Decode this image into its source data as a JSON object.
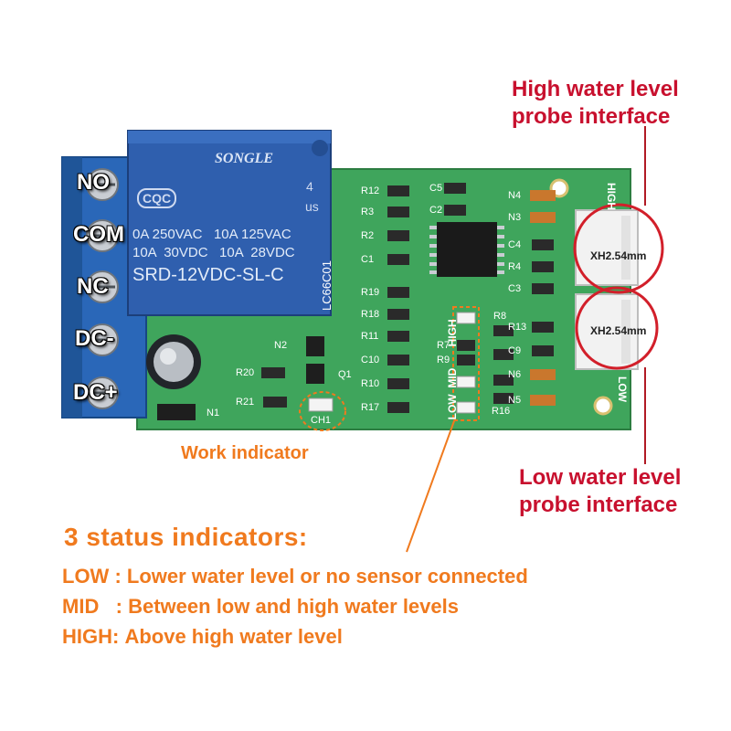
{
  "relay": {
    "brand": "SONGLE",
    "cert_marks": [
      "CQC",
      "us"
    ],
    "cert_num": "4",
    "rating_line1": "0A 250VAC   10A 125VAC",
    "rating_line2": "10A  30VDC   10A  28VDC",
    "model": "SRD-12VDC-SL-C"
  },
  "terminals": [
    "NO",
    "COM",
    "NC",
    "DC-",
    "DC+"
  ],
  "board": {
    "model": "LC66C01",
    "silk_low": "LOW",
    "silk_mid": "MID",
    "silk_high": "HIGH",
    "silk_ch1": "CH1",
    "silk_n1": "N1",
    "silk_n2": "N2",
    "silk_q1": "Q1",
    "silk_r20": "R20",
    "silk_r21": "R21",
    "left_col": [
      "R12",
      "R3",
      "R2",
      "C1",
      "R19",
      "R18",
      "R11",
      "C10",
      "R10",
      "R17"
    ],
    "mid_col": [
      "R8",
      "R7",
      "R9",
      "R16"
    ],
    "right_col": [
      "N4",
      "N3",
      "C4",
      "R4",
      "C3",
      "R13",
      "C9",
      "N6",
      "N5"
    ],
    "c5": "C5",
    "c2": "C2",
    "right_high": "HIGH",
    "right_low": "LOW"
  },
  "connectors": {
    "top_label": "XH2.54mm",
    "bottom_label": "XH2.54mm"
  },
  "annotations": {
    "high_line1": "High water level",
    "high_line2": "probe interface",
    "low_line1": "Low water level",
    "low_line2": "probe interface",
    "work": "Work indicator"
  },
  "status": {
    "title": "3 status indicators:",
    "rows": [
      {
        "key": "LOW",
        "sep": " : ",
        "desc": "Lower water level or no sensor connected"
      },
      {
        "key": "MID",
        "sep": "   : ",
        "desc": "Between low and high water levels"
      },
      {
        "key": "HIGH",
        "sep": ": ",
        "desc": "Above high water level"
      }
    ]
  },
  "colors": {
    "pcb": "#3fa55c",
    "relay": "#2f5fae",
    "terminal": "#2a67b8",
    "annotation_red": "#c8102e",
    "annotation_orange": "#f07a1e"
  }
}
